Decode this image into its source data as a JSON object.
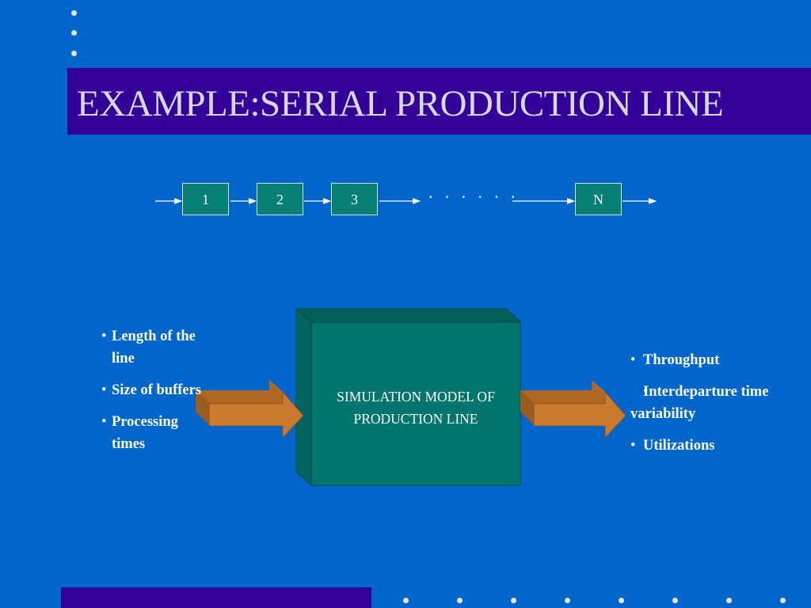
{
  "slide": {
    "title": "EXAMPLE:SERIAL PRODUCTION LINE",
    "colors": {
      "background": "#0066cc",
      "title_band": "#330099",
      "title_text": "#d9d9e6",
      "stage_box": "#067f74",
      "model_box_front": "#00756c",
      "model_box_top": "#005f58",
      "model_box_side": "#00655e",
      "arrow_front": "#c97a2e",
      "arrow_top": "#ae6623",
      "arrow_dark": "#8c4f17"
    }
  },
  "production_line": {
    "stages": [
      "1",
      "2",
      "3",
      "N"
    ],
    "ellipsis": "· · · · · ·"
  },
  "model": {
    "label_line1": "SIMULATION MODEL OF",
    "label_line2": "PRODUCTION LINE"
  },
  "inputs": [
    "Length of the line",
    "Size of buffers",
    "Processing times"
  ],
  "outputs": [
    "Throughput",
    "Interdeparture time variability",
    "Utilizations"
  ],
  "bullet_glyph": "•"
}
